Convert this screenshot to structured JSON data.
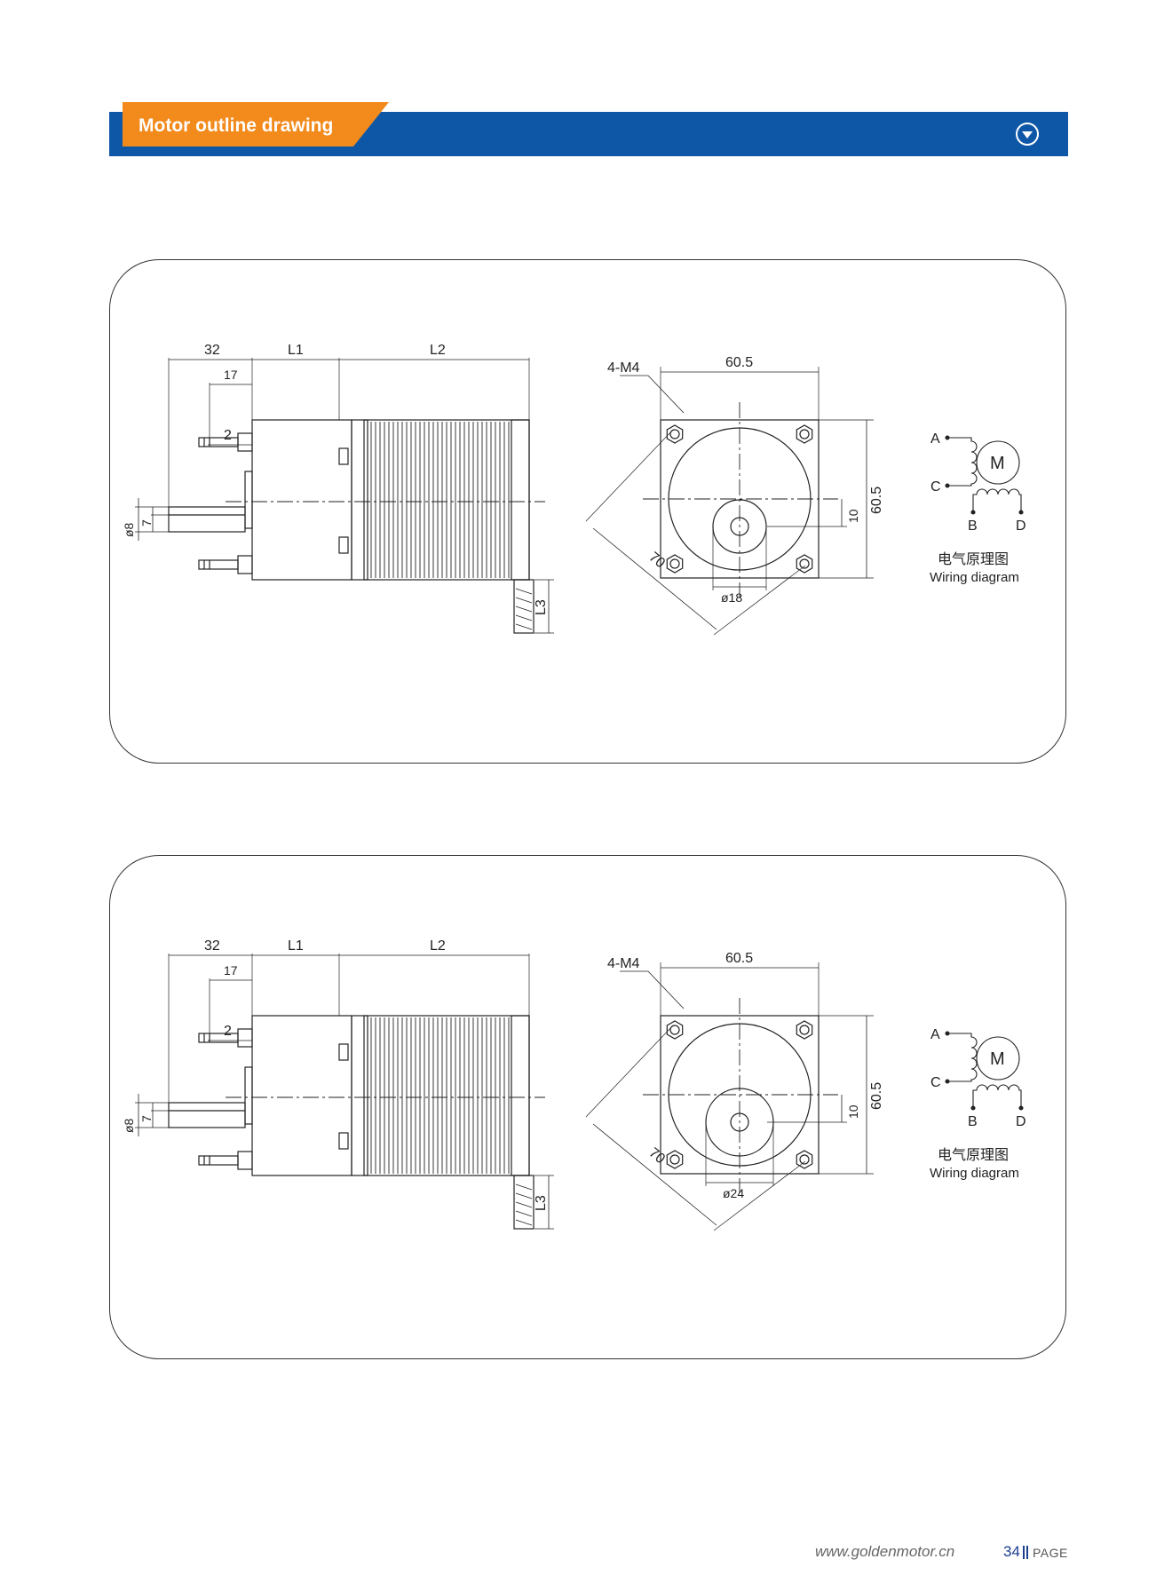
{
  "header": {
    "title": "Motor outline drawing",
    "icon": "chevron-down-circle-icon",
    "colors": {
      "bar": "#0e57a6",
      "tab": "#f28a1c"
    }
  },
  "drawings": [
    {
      "side": {
        "shaft_length": "32",
        "flat_length": "17",
        "flange_thickness": "2",
        "shaft_dia": "ø8",
        "flat_width": "7",
        "l1": "L1",
        "l2": "L2",
        "l3": "L3"
      },
      "front": {
        "holes": "4-M4",
        "width": "60.5",
        "height": "60.5",
        "offset": "10",
        "diagonal": "70",
        "boss_dia": "ø18"
      },
      "wiring": {
        "terminals": [
          "A",
          "C",
          "B",
          "D"
        ],
        "motor": "M",
        "caption_cn": "电气原理图",
        "caption_en": "Wiring diagram"
      }
    },
    {
      "side": {
        "shaft_length": "32",
        "flat_length": "17",
        "flange_thickness": "2",
        "shaft_dia": "ø8",
        "flat_width": "7",
        "l1": "L1",
        "l2": "L2",
        "l3": "L3"
      },
      "front": {
        "holes": "4-M4",
        "width": "60.5",
        "height": "60.5",
        "offset": "10",
        "diagonal": "70",
        "boss_dia": "ø24"
      },
      "wiring": {
        "terminals": [
          "A",
          "C",
          "B",
          "D"
        ],
        "motor": "M",
        "caption_cn": "电气原理图",
        "caption_en": "Wiring diagram"
      }
    }
  ],
  "footer": {
    "url": "www.goldenmotor.cn",
    "page_number": "34",
    "page_label": "PAGE"
  }
}
